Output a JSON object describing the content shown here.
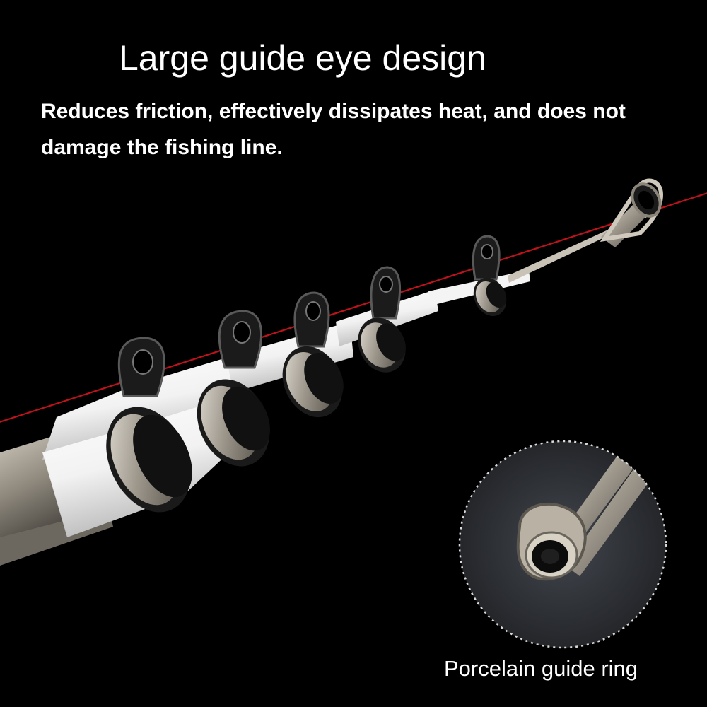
{
  "headline": "Large guide eye design",
  "description": "Reduces friction, effectively dissipates heat, and does not damage the fishing line.",
  "inset_caption": "Porcelain guide ring",
  "colors": {
    "background": "#000000",
    "text": "#ffffff",
    "fishing_line": "#c0121a",
    "rod_blank": "#f4f4f4",
    "metal": "#a49e94",
    "guide_frame": "#1b1b1b"
  }
}
